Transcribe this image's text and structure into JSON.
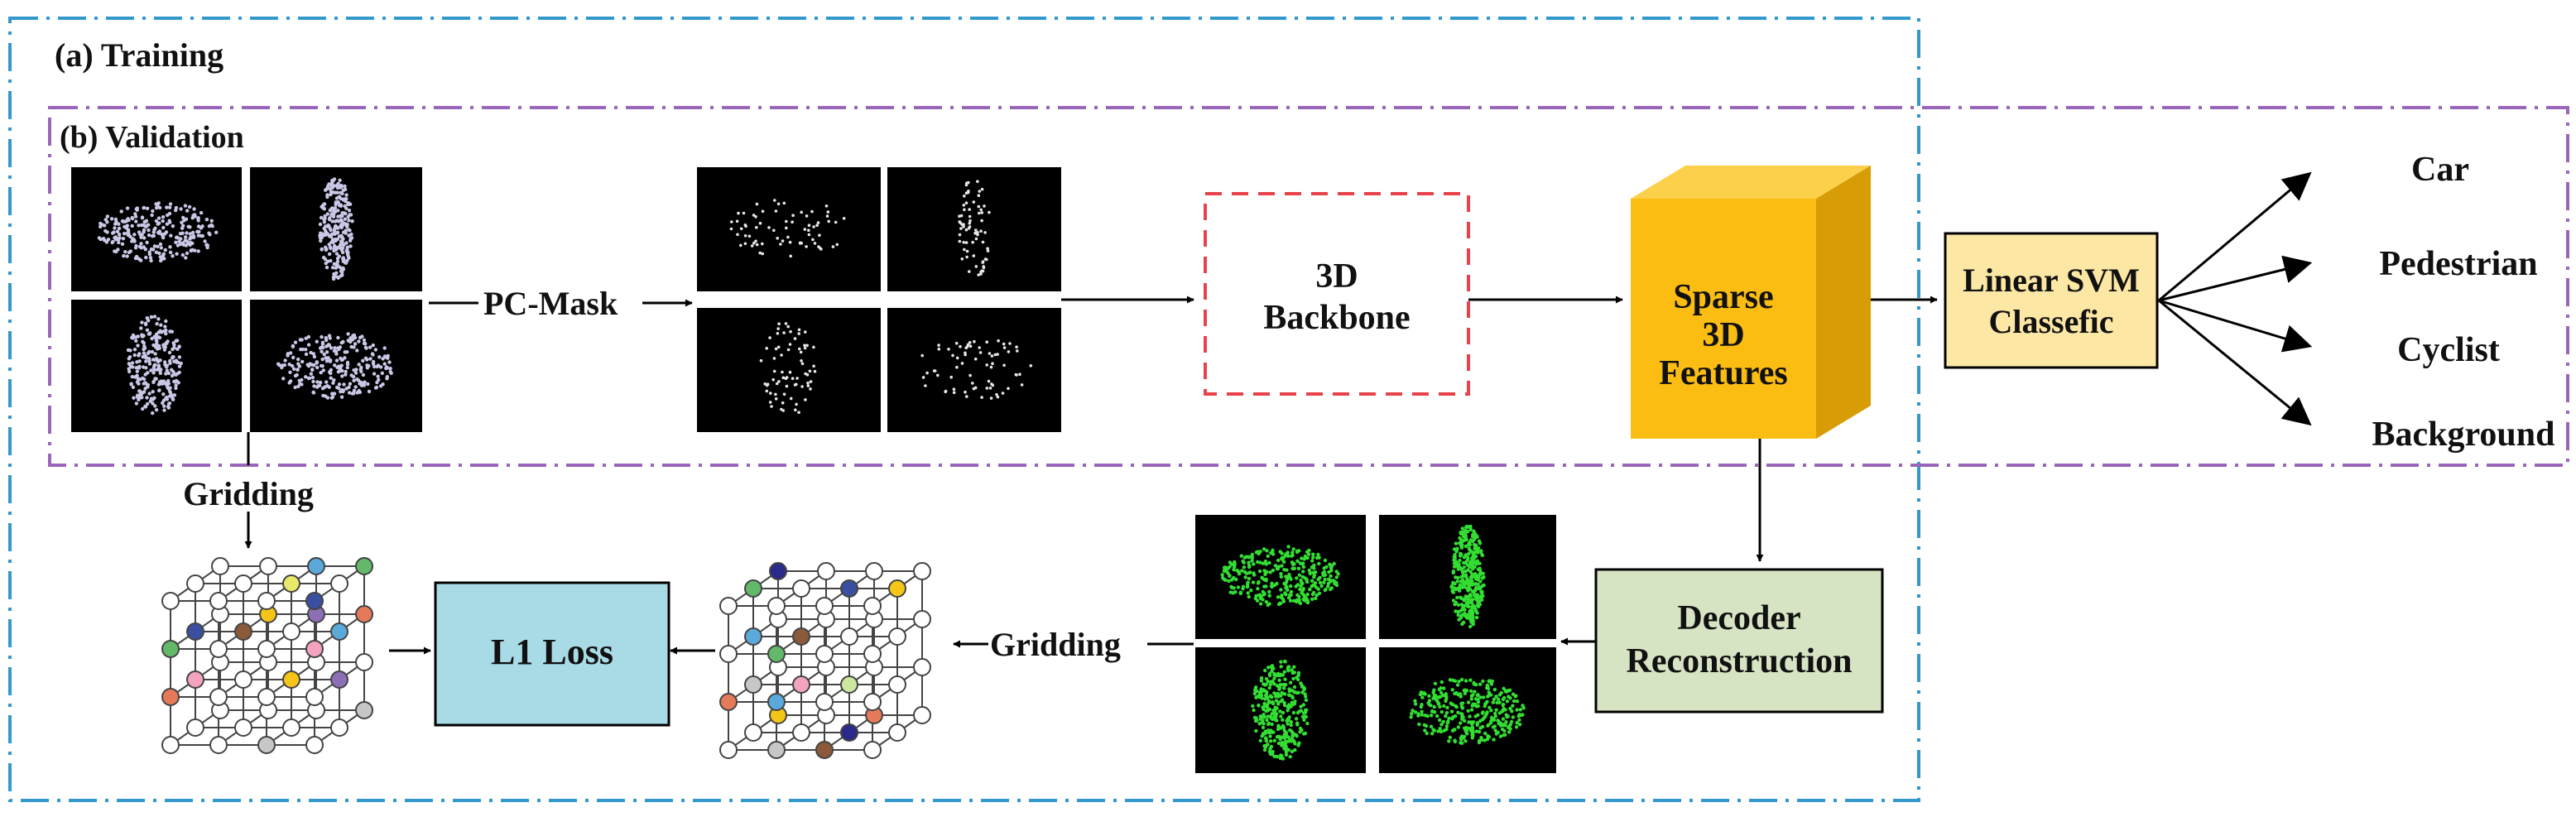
{
  "panels": {
    "training": "(a) Training",
    "validation": "(b) Validation"
  },
  "labels": {
    "pc_mask": "PC-Mask",
    "gridding_top": "Gridding",
    "gridding_bottom": "Gridding"
  },
  "boxes": {
    "backbone": [
      "3D",
      "Backbone"
    ],
    "sparse": [
      "Sparse",
      "3D",
      "Features"
    ],
    "svm": [
      "Linear SVM",
      "Classefic"
    ],
    "l1": "L1 Loss",
    "decoder": [
      "Decoder",
      "Reconstruction"
    ]
  },
  "classes": [
    "Car",
    "Pedestrian",
    "Cyclist",
    "Background"
  ],
  "colors": {
    "training_border": "#3399cc",
    "validation_border": "#9966bb",
    "backbone_border": "#e8434b",
    "sparse_front": "#fbbd12",
    "sparse_top": "#fcd04a",
    "sparse_side": "#d79c06",
    "svm_fill": "#fde7a4",
    "l1_fill": "#a9dbe6",
    "decoder_fill": "#d7e4c4",
    "original_points": "#c8c8e6",
    "masked_points": "#e6e6e6",
    "reconstructed_points": "#33dd33"
  },
  "cube_node_colors_left": [
    "#f5c518",
    "#5aa9d8",
    "#8d6fb5",
    "#63b86a",
    "#e57a5a",
    "#c7c7c7",
    "#3b4fa0",
    "#f3a3c0",
    "#8a5a3a",
    "#e8e86a"
  ],
  "cube_node_colors_right": [
    "#2a2a8a",
    "#f5c518",
    "#e57a5a",
    "#63b86a",
    "#5aa9d8",
    "#c7c7c7",
    "#8a5a3a",
    "#f3a3c0",
    "#3b4fa0",
    "#cfe8a0"
  ]
}
